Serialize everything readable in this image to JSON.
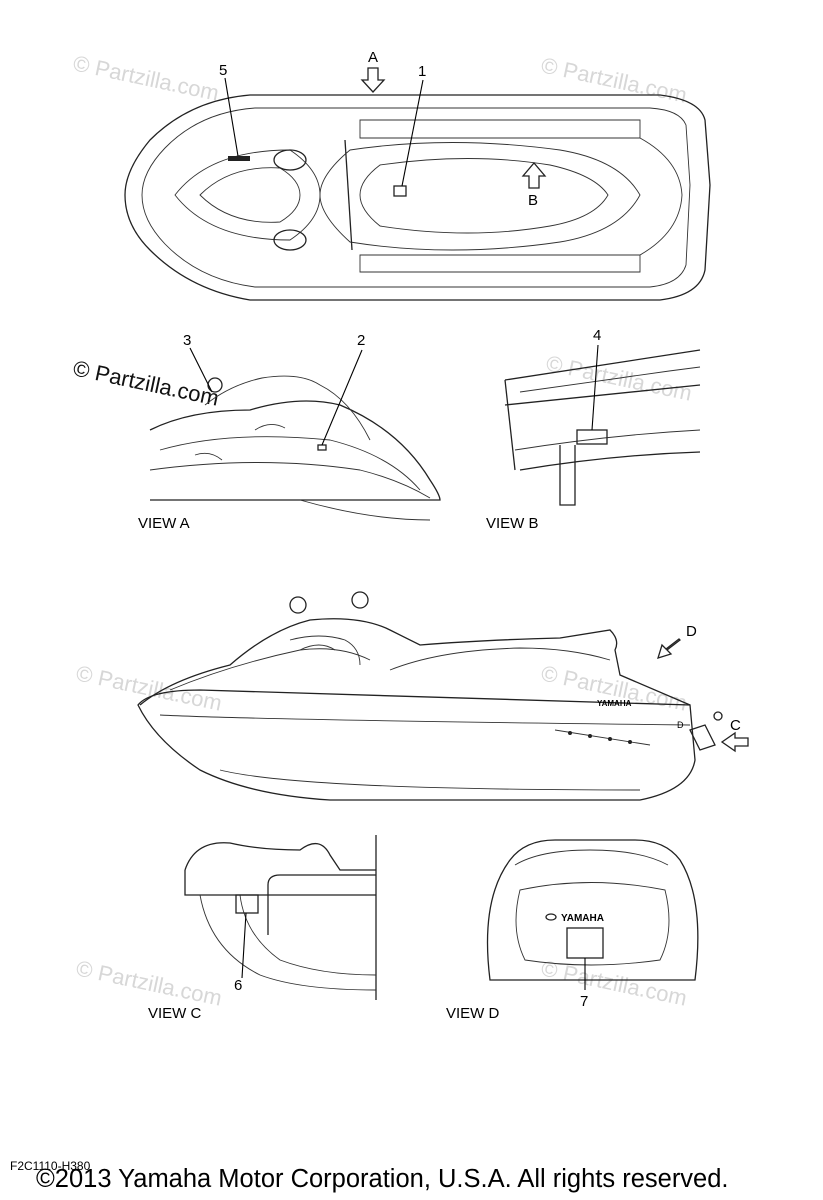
{
  "watermark": {
    "text": "© Partzilla.com",
    "dark_text": "© Partzilla.com"
  },
  "labels": {
    "arrow_a": "A",
    "arrow_b": "B",
    "arrow_c": "C",
    "arrow_d": "D",
    "callout_1": "1",
    "callout_2": "2",
    "callout_3": "3",
    "callout_4": "4",
    "callout_5": "5",
    "callout_6": "6",
    "callout_7": "7",
    "brand_badge": "YAMAHA",
    "brand_badge_rear": "YAMAHA",
    "transom_letter": "D"
  },
  "views": {
    "view_a": "VIEW A",
    "view_b": "VIEW B",
    "view_c": "VIEW C",
    "view_d": "VIEW D"
  },
  "footer": {
    "diagram_code": "F2C1110-H380",
    "copyright": "©2013  Yamaha Motor Corporation, U.S.A. All rights reserved."
  }
}
